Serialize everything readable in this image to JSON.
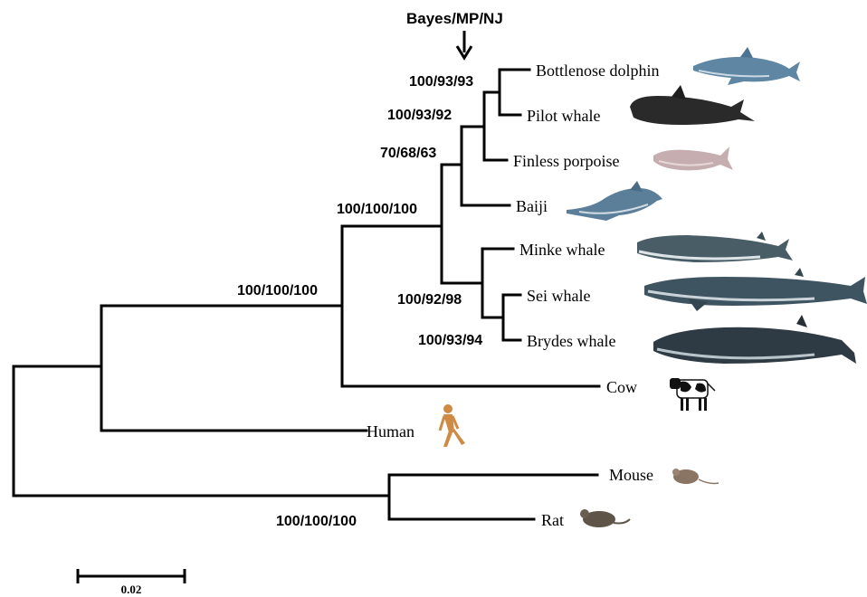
{
  "header": {
    "methods_label": "Bayes/MP/NJ"
  },
  "taxa": {
    "bottlenose_dolphin": "Bottlenose dolphin",
    "pilot_whale": "Pilot whale",
    "finless_porpoise": "Finless porpoise",
    "baiji": "Baiji",
    "minke_whale": "Minke whale",
    "sei_whale": "Sei whale",
    "brydes_whale": "Brydes whale",
    "cow": "Cow",
    "human": "Human",
    "mouse": "Mouse",
    "rat": "Rat"
  },
  "support": {
    "dolphin_pilot": "100/93/93",
    "delphinid_porpoise": "100/93/92",
    "odontocetes": "70/68/63",
    "cetaceans": "100/100/100",
    "cetartiodactyla": "100/100/100",
    "baleen": "100/92/98",
    "sei_brydes": "100/93/94",
    "rodents": "100/100/100"
  },
  "scale": {
    "label": "0.02"
  },
  "colors": {
    "branch": "#000000",
    "dolphin": "#5f86a3",
    "pilot": "#2a2a2a",
    "porpoise": "#c6aeb0",
    "baiji": "#5b7f98",
    "minke": "#495d66",
    "sei": "#3f5461",
    "brydes": "#2f3b44",
    "human": "#cf8a45",
    "rodent": "#8a7464"
  }
}
